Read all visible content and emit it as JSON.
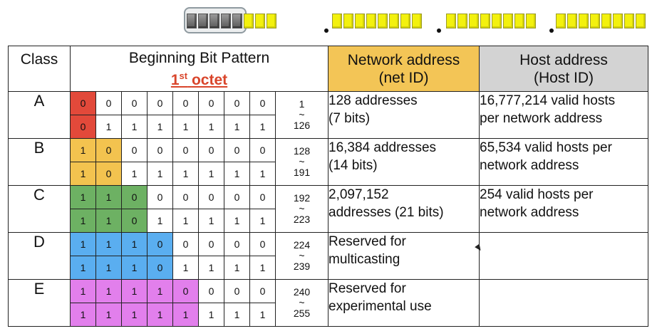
{
  "header": {
    "class": "Class",
    "pattern": "Beginning Bit Pattern",
    "octet_num": "1",
    "octet_sup": "st",
    "octet_word": "octet",
    "net_line1": "Network address",
    "net_line2": "(net ID)",
    "host_line1": "Host address",
    "host_line2": "(Host ID)"
  },
  "rows": [
    {
      "class": "A",
      "prefix_len": 1,
      "color": "#e2493a",
      "low_bits": [
        "0",
        "0",
        "0",
        "0",
        "0",
        "0",
        "0",
        "0"
      ],
      "high_bits": [
        "0",
        "1",
        "1",
        "1",
        "1",
        "1",
        "1",
        "1"
      ],
      "range_low": "1",
      "range_sep": "~",
      "range_high": "126",
      "net_line1": "128 addresses",
      "net_line2": "(7 bits)",
      "host_line1": "16,777,214 valid hosts",
      "host_line2": "per network address"
    },
    {
      "class": "B",
      "prefix_len": 2,
      "color": "#f3c34f",
      "low_bits": [
        "1",
        "0",
        "0",
        "0",
        "0",
        "0",
        "0",
        "0"
      ],
      "high_bits": [
        "1",
        "0",
        "1",
        "1",
        "1",
        "1",
        "1",
        "1"
      ],
      "range_low": "128",
      "range_sep": "~",
      "range_high": "191",
      "net_line1": "16,384 addresses",
      "net_line2": "(14 bits)",
      "host_line1": "65,534 valid hosts per",
      "host_line2": "network address"
    },
    {
      "class": "C",
      "prefix_len": 3,
      "color": "#6db163",
      "low_bits": [
        "1",
        "1",
        "0",
        "0",
        "0",
        "0",
        "0",
        "0"
      ],
      "high_bits": [
        "1",
        "1",
        "0",
        "1",
        "1",
        "1",
        "1",
        "1"
      ],
      "range_low": "192",
      "range_sep": "~",
      "range_high": "223",
      "net_line1": "2,097,152",
      "net_line2": "addresses (21 bits)",
      "host_line1": "254 valid hosts per",
      "host_line2": "network address"
    },
    {
      "class": "D",
      "prefix_len": 4,
      "color": "#5aaef0",
      "low_bits": [
        "1",
        "1",
        "1",
        "0",
        "0",
        "0",
        "0",
        "0"
      ],
      "high_bits": [
        "1",
        "1",
        "1",
        "0",
        "1",
        "1",
        "1",
        "1"
      ],
      "range_low": "224",
      "range_sep": "~",
      "range_high": "239",
      "net_line1": "Reserved for",
      "net_line2": "multicasting",
      "host_line1": "",
      "host_line2": ""
    },
    {
      "class": "E",
      "prefix_len": 5,
      "color": "#e27fec",
      "low_bits": [
        "1",
        "1",
        "1",
        "1",
        "0",
        "0",
        "0",
        "0"
      ],
      "high_bits": [
        "1",
        "1",
        "1",
        "1",
        "1",
        "1",
        "1",
        "1"
      ],
      "range_low": "240",
      "range_sep": "~",
      "range_high": "255",
      "net_line1": "Reserved for",
      "net_line2": "experimental use",
      "host_line1": "",
      "host_line2": ""
    }
  ]
}
